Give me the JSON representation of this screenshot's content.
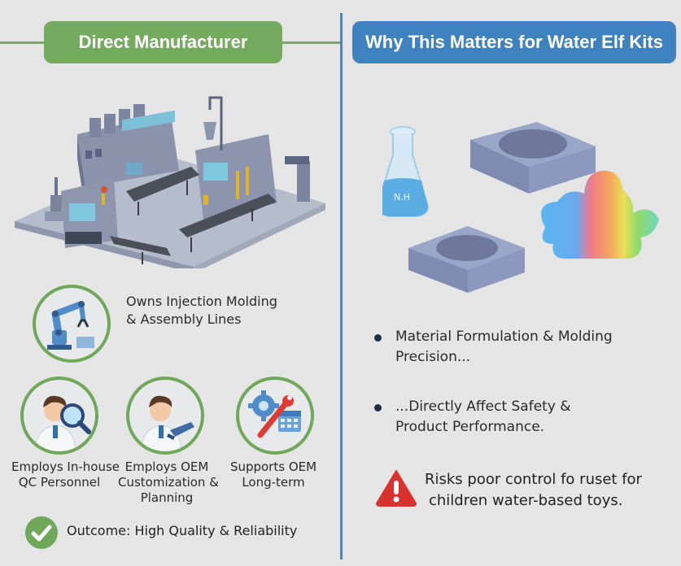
{
  "left_panel": {
    "title": "Direct Manufacturer",
    "title_color": "#74ab5e",
    "illustration": "factory-production-line-illustration",
    "feature_main": {
      "icon": "robotic-arm-icon",
      "line1": "Owns Injection Molding",
      "line2": "& Assembly Lines"
    },
    "features": [
      {
        "icon": "qc-inspector-magnifier-icon",
        "line1": "Employs In-house",
        "line2": "QC Personnel",
        "line3": ""
      },
      {
        "icon": "engineer-laptop-icon",
        "line1": "Employs OEM",
        "line2": "Customization &",
        "line3": "Planning"
      },
      {
        "icon": "gear-wrench-calendar-icon",
        "line1": "Supports OEM",
        "line2": "Long-term",
        "line3": ""
      }
    ],
    "outcome": {
      "icon": "checkmark-circle-icon",
      "text": "Outcome: High Quality & Reliability"
    }
  },
  "right_panel": {
    "title": "Why This Matters for Water Elf Kits",
    "title_color": "#3e83bf",
    "illustration": {
      "flask_label": "N.H",
      "items": [
        "chemistry-flask",
        "mold-tray",
        "mold-tray",
        "rainbow-gel-figure"
      ]
    },
    "bullets": [
      {
        "line1": "Material Formulation & Molding",
        "line2": "Precision..."
      },
      {
        "line1": "...Directly Affect Safety &",
        "line2": "Product Performance."
      }
    ],
    "warning": {
      "icon": "warning-triangle-icon",
      "line1": "Risks poor control fo ruset for",
      "line2": "children water-based toys.",
      "color": "#d9322e"
    }
  },
  "colors": {
    "background": "#e5e5e6",
    "green": "#74ab5e",
    "blue": "#3e83bf",
    "divider": "#4a86bd"
  }
}
